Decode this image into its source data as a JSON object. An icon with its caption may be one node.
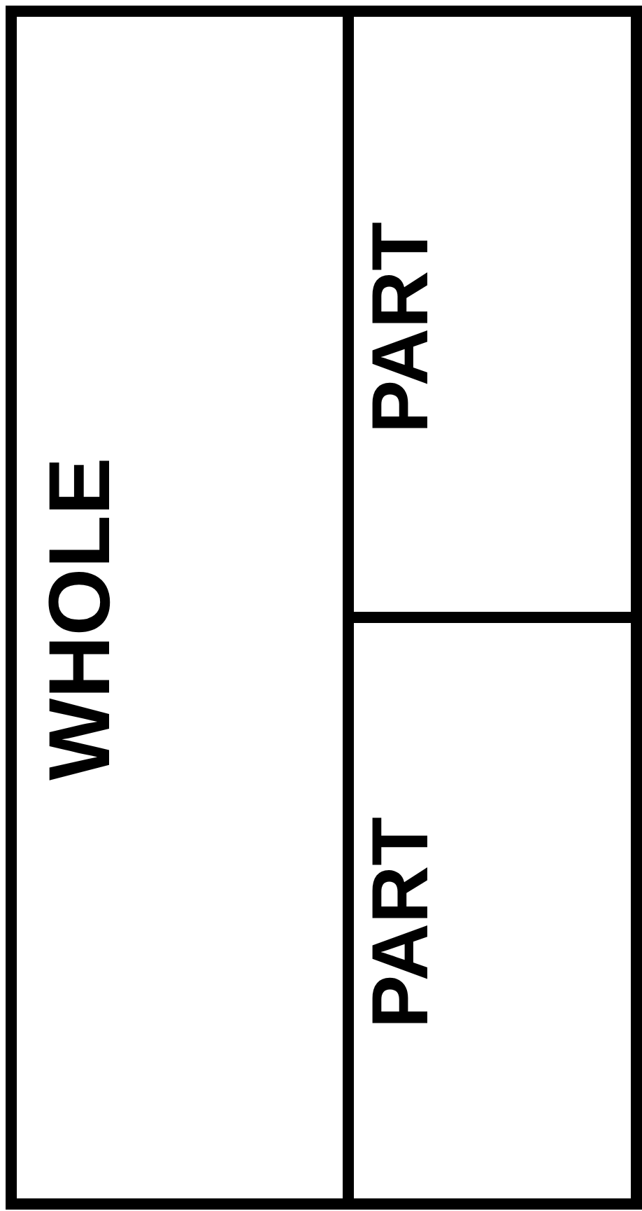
{
  "diagram": {
    "nodes": [
      {
        "text": [
          "WHOLE"
        ]
      },
      {
        "text": [
          "PART"
        ]
      },
      {
        "text": [
          "PART"
        ]
      }
    ]
  }
}
